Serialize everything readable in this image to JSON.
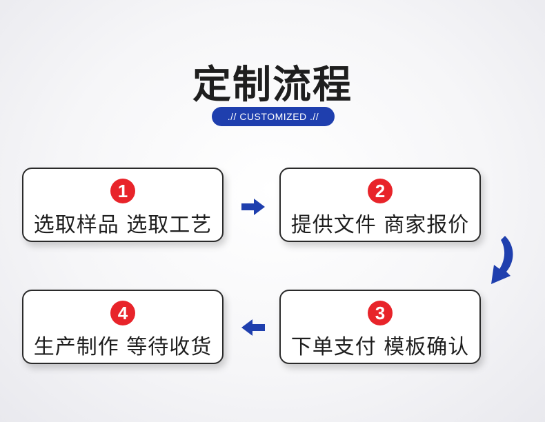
{
  "title": "定制流程",
  "badge": ".// CUSTOMIZED .//",
  "steps": [
    {
      "num": "1",
      "label": "选取样品 选取工艺"
    },
    {
      "num": "2",
      "label": "提供文件 商家报价"
    },
    {
      "num": "3",
      "label": "下单支付 模板确认"
    },
    {
      "num": "4",
      "label": "生产制作 等待收货"
    }
  ],
  "colors": {
    "accent": "#1f3fae",
    "badge_red": "#e8242a"
  }
}
